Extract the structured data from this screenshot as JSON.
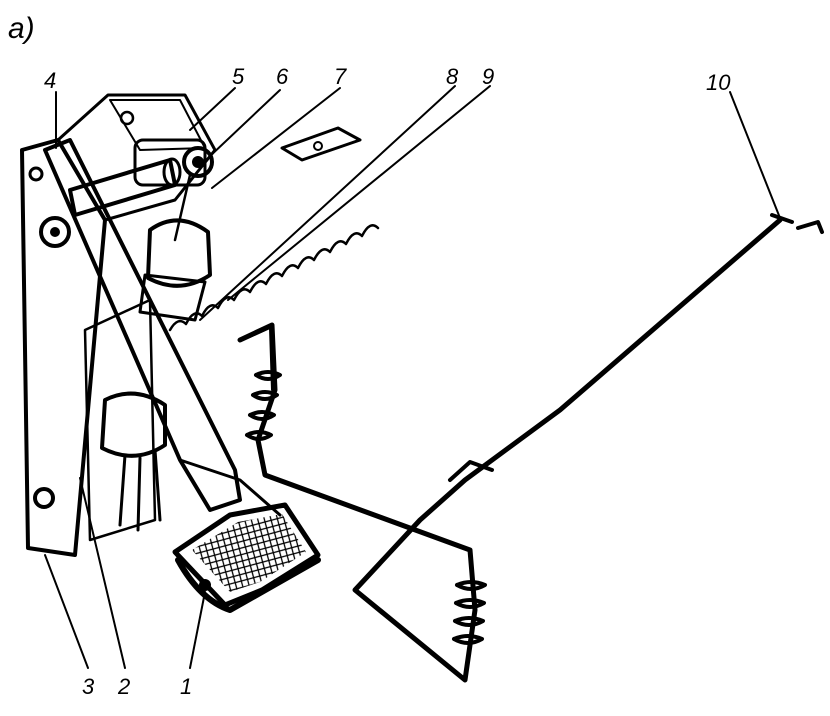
{
  "figure": {
    "panel_label": "а)",
    "callouts": [
      "1",
      "2",
      "3",
      "4",
      "5",
      "6",
      "7",
      "8",
      "9",
      "10"
    ]
  },
  "colors": {
    "ink": "#000000",
    "paper": "#ffffff"
  }
}
